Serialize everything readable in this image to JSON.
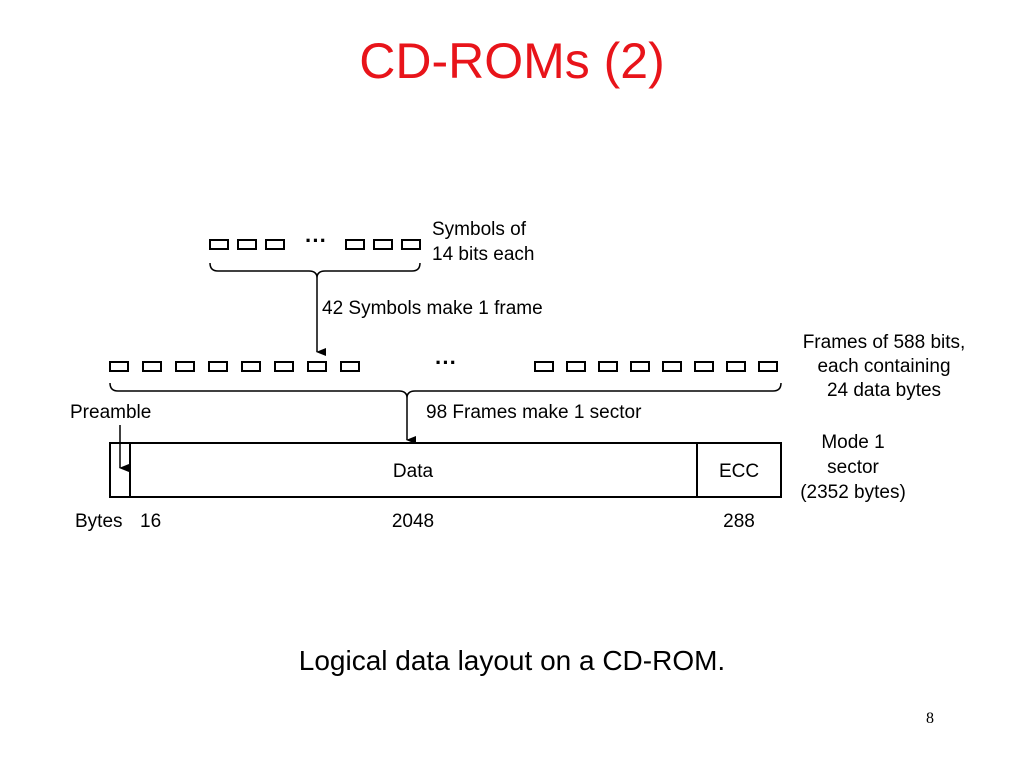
{
  "slide": {
    "title": "CD-ROMs (2)",
    "caption": "Logical data layout on a CD-ROM.",
    "page_number": "8",
    "title_color": "#e8141a"
  },
  "diagram": {
    "ellipsis": "···",
    "symbols_label": [
      "Symbols of",
      "14 bits each"
    ],
    "symbols_to_frame": "42 Symbols make 1 frame",
    "frames_label": [
      "Frames of 588 bits,",
      "each containing",
      "24 data bytes"
    ],
    "frames_to_sector": "98 Frames make 1 sector",
    "preamble_label": "Preamble",
    "sector_label": [
      "Mode 1",
      "sector",
      "(2352 bytes)"
    ],
    "fields": [
      {
        "name": "Preamble",
        "label": "",
        "bytes": "16"
      },
      {
        "name": "Data",
        "label": "Data",
        "bytes": "2048"
      },
      {
        "name": "ECC",
        "label": "ECC",
        "bytes": "288"
      }
    ],
    "bytes_prefix": "Bytes"
  }
}
